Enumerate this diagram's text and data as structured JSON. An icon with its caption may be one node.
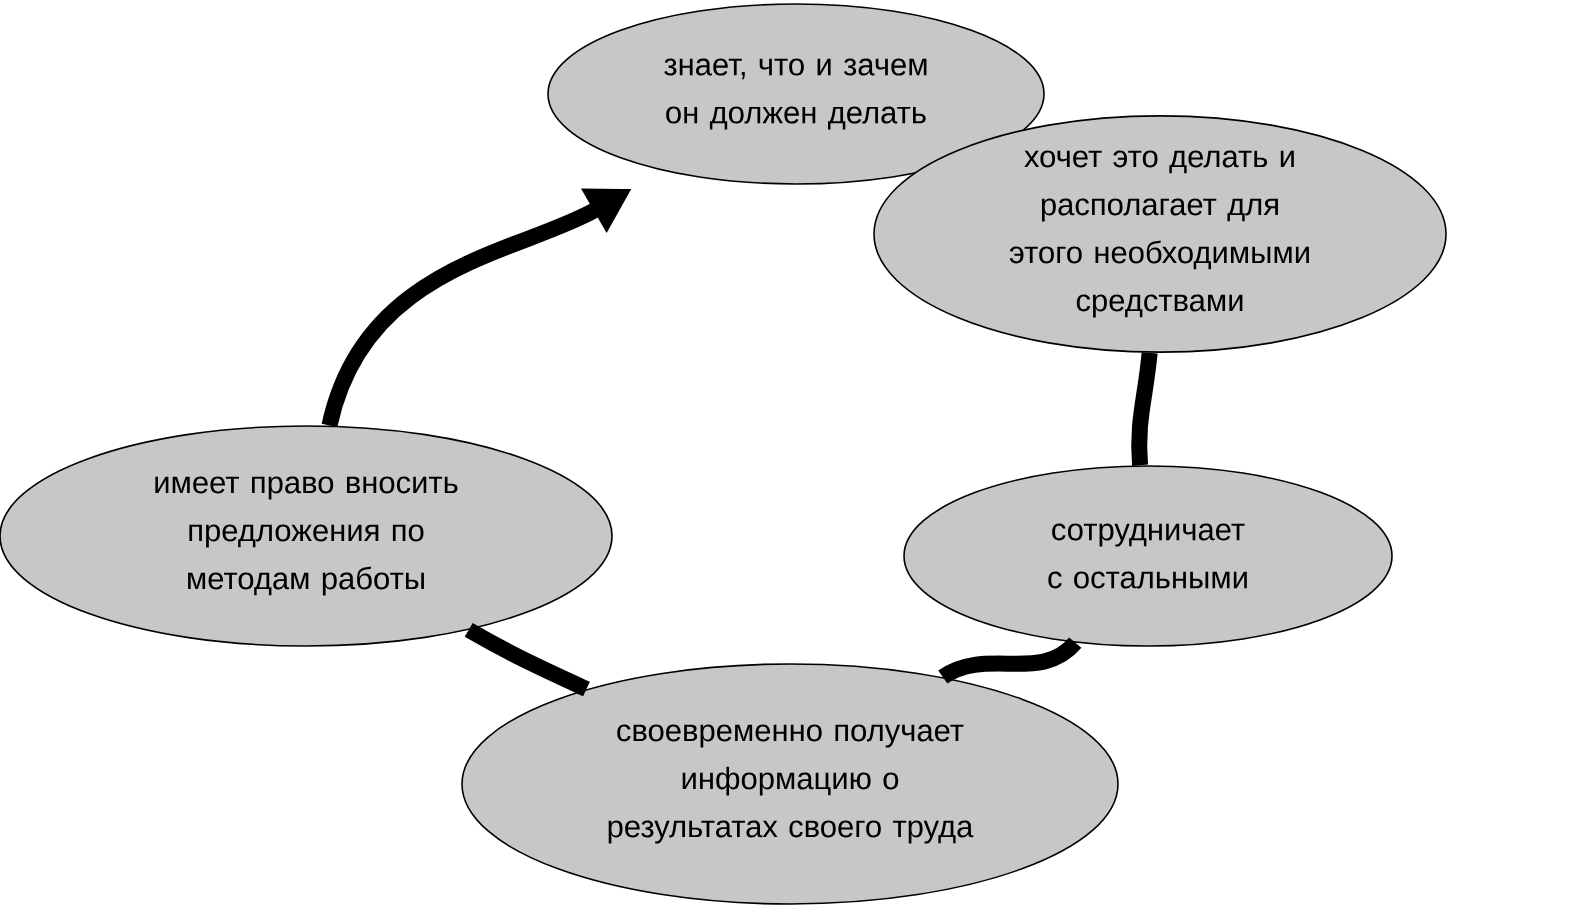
{
  "diagram": {
    "nodes": [
      {
        "text": [
          "знает, что и зачем он должен делать"
        ]
      },
      {
        "text": [
          "хочет это делать и располагает для этого необходимыми средствами"
        ]
      },
      {
        "text": [
          "сотрудничает с остальными"
        ]
      },
      {
        "text": [
          "своевременно получает информацию о результатах своего труда"
        ]
      },
      {
        "text": [
          "имеет право вносить предложения по методам работы"
        ]
      }
    ],
    "edges": [
      {
        "from": 1,
        "to": 2,
        "arrow": "none"
      },
      {
        "from": 2,
        "to": 3,
        "arrow": "none"
      },
      {
        "from": 3,
        "to": 4,
        "arrow": "none"
      },
      {
        "from": 4,
        "to": 0,
        "arrow": "to"
      }
    ]
  }
}
